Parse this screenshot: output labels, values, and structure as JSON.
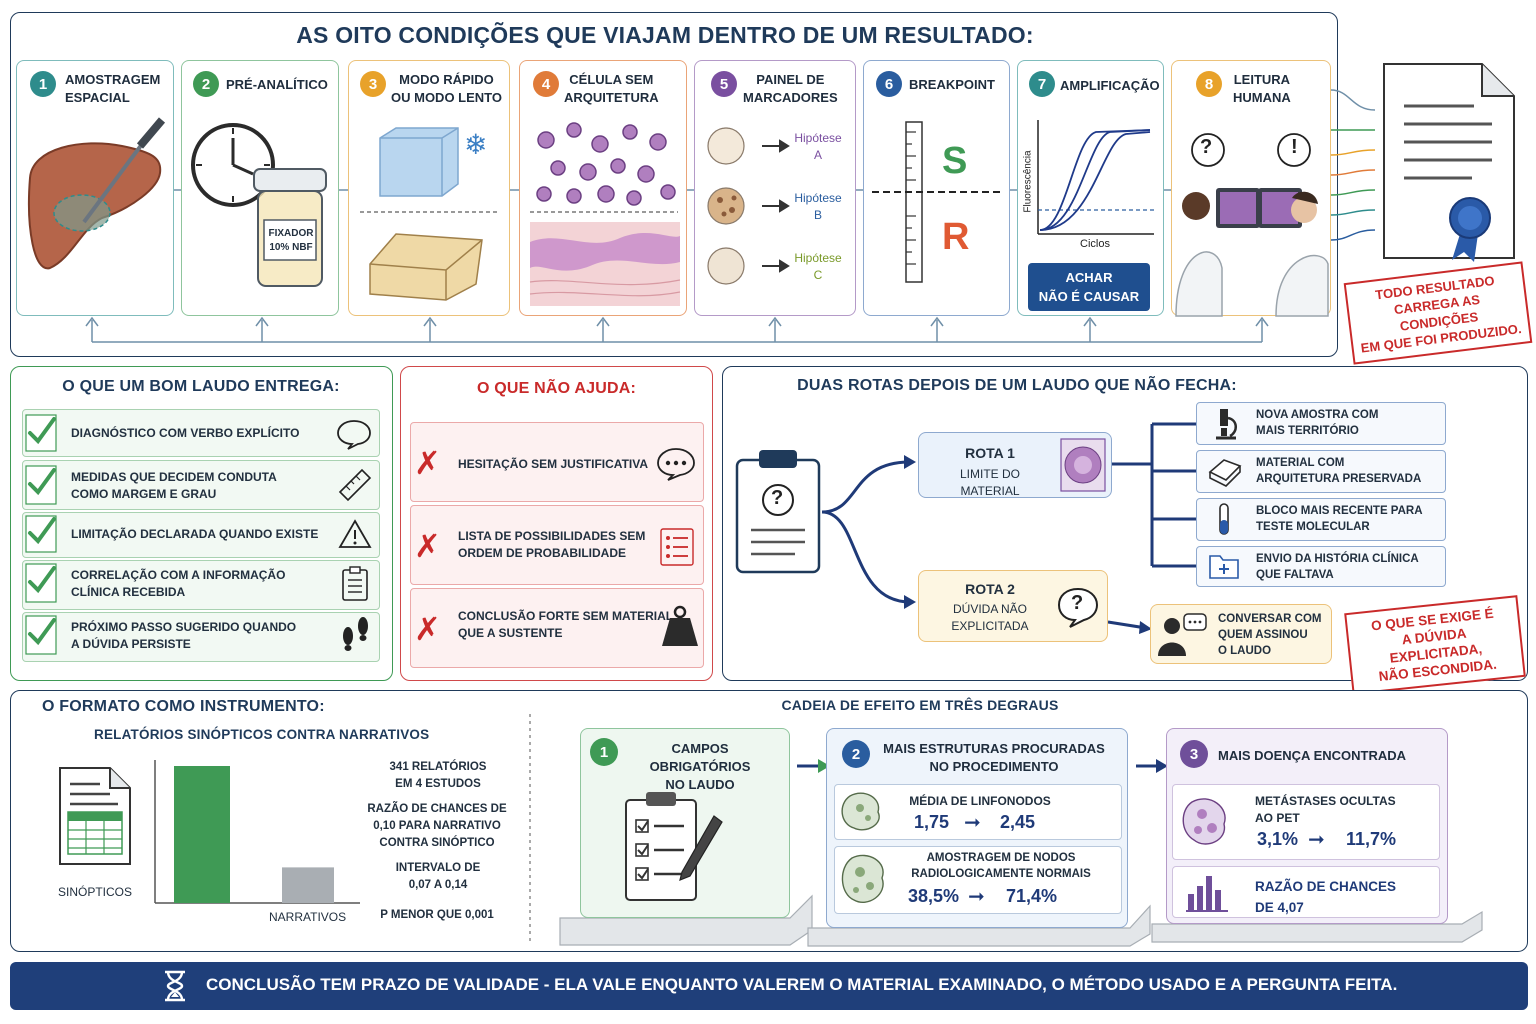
{
  "top": {
    "title": "AS OITO CONDIÇÕES QUE VIAJAM DENTRO DE UM RESULTADO:",
    "steps": [
      {
        "n": "1",
        "title": "AMOSTRAGEM\nESPACIAL",
        "color": "#2e8c8c"
      },
      {
        "n": "2",
        "title": "PRÉ-ANALÍTICO",
        "color": "#3f9a55"
      },
      {
        "n": "3",
        "title": "MODO RÁPIDO\nOU MODO LENTO",
        "color": "#e8a22a"
      },
      {
        "n": "4",
        "title": "CÉLULA SEM\nARQUITETURA",
        "color": "#e07b39"
      },
      {
        "n": "5",
        "title": "PAINEL DE\nMARCADORES",
        "color": "#7a4fa0"
      },
      {
        "n": "6",
        "title": "BREAKPOINT",
        "color": "#2a5d9f"
      },
      {
        "n": "7",
        "title": "AMPLIFICAÇÃO",
        "color": "#2e8c8c"
      },
      {
        "n": "8",
        "title": "LEITURA\nHUMANA",
        "color": "#e8a22a"
      }
    ],
    "jar_label": "FIXADOR\n10% NBF",
    "hypotheses": [
      "Hipótese\nA",
      "Hipótese\nB",
      "Hipótese\nC"
    ],
    "breakpoint_s": "S",
    "breakpoint_r": "R",
    "chart_ylabel": "Fluorescência",
    "chart_xlabel": "Ciclos",
    "achar": "ACHAR\nNÃO É CAUSAR",
    "stamp": "TODO RESULTADO\nCARREGA AS CONDIÇÕES\nEM QUE FOI PRODUZIDO."
  },
  "bom": {
    "title": "O QUE UM BOM LAUDO ENTREGA:",
    "items": [
      "DIAGNÓSTICO COM VERBO EXPLÍCITO",
      "MEDIDAS QUE DECIDEM CONDUTA\nCOMO MARGEM E GRAU",
      "LIMITAÇÃO DECLARADA QUANDO EXISTE",
      "CORRELAÇÃO COM A INFORMAÇÃO\nCLÍNICA RECEBIDA",
      "PRÓXIMO PASSO SUGERIDO QUANDO\nA DÚVIDA PERSISTE"
    ]
  },
  "nao": {
    "title": "O QUE NÃO AJUDA:",
    "items": [
      "HESITAÇÃO SEM JUSTIFICATIVA",
      "LISTA DE POSSIBILIDADES SEM\nORDEM DE PROBABILIDADE",
      "CONCLUSÃO FORTE SEM MATERIAL\nQUE A SUSTENTE"
    ]
  },
  "rotas": {
    "title": "DUAS ROTAS DEPOIS DE UM LAUDO QUE NÃO FECHA:",
    "rota1_title": "ROTA 1",
    "rota1_sub": "LIMITE DO MATERIAL",
    "rota2_title": "ROTA 2",
    "rota2_sub": "DÚVIDA NÃO\nEXPLICITADA",
    "options": [
      "NOVA AMOSTRA COM\nMAIS TERRITÓRIO",
      "MATERIAL COM\nARQUITETURA PRESERVADA",
      "BLOCO MAIS RECENTE PARA\nTESTE MOLECULAR",
      "ENVIO DA HISTÓRIA CLÍNICA\nQUE FALTAVA"
    ],
    "conversar": "CONVERSAR COM\nQUEM ASSINOU\nO LAUDO",
    "stamp": "O QUE SE EXIGE É\nA DÚVIDA EXPLICITADA,\nNÃO ESCONDIDA."
  },
  "formato": {
    "title": "O FORMATO COMO INSTRUMENTO:",
    "subtitle": "RELATÓRIOS SINÓPTICOS CONTRA NARRATIVOS",
    "stats": [
      "341 RELATÓRIOS\nEM 4 ESTUDOS",
      "RAZÃO DE CHANCES DE\n0,10 PARA NARRATIVO\nCONTRA SINÓPTICO",
      "INTERVALO DE\n0,07 A 0,14",
      "p MENOR QUE 0,001"
    ]
  },
  "chart_data": {
    "type": "bar",
    "categories": [
      "SINÓPTICOS",
      "NARRATIVOS"
    ],
    "values": [
      1.0,
      0.26
    ],
    "colors": [
      "#3f9a55",
      "#a9aeb3"
    ]
  },
  "cadeia": {
    "title": "CADEIA DE EFEITO EM TRÊS DEGRAUS",
    "step1_n": "1",
    "step1": "CAMPOS OBRIGATÓRIOS\nNO LAUDO",
    "step2_n": "2",
    "step2": "MAIS ESTRUTURAS PROCURADAS\nNO PROCEDIMENTO",
    "step3_n": "3",
    "step3": "MAIS DOENÇA ENCONTRADA",
    "m1_label": "MÉDIA DE LINFONODOS",
    "m1_from": "1,75",
    "m1_to": "2,45",
    "m2_label": "AMOSTRAGEM DE NODOS\nRADIOLOGICAMENTE NORMAIS",
    "m2_from": "38,5%",
    "m2_to": "71,4%",
    "m3_label": "METÁSTASES OCULTAS\nAO PET",
    "m3_from": "3,1%",
    "m3_to": "11,7%",
    "m4_label": "RAZÃO DE CHANCES\nDE 4,07"
  },
  "footer": "CONCLUSÃO TEM PRAZO DE VALIDADE - ELA VALE ENQUANTO VALEREM O MATERIAL EXAMINADO, O MÉTODO USADO E A PERGUNTA FEITA."
}
